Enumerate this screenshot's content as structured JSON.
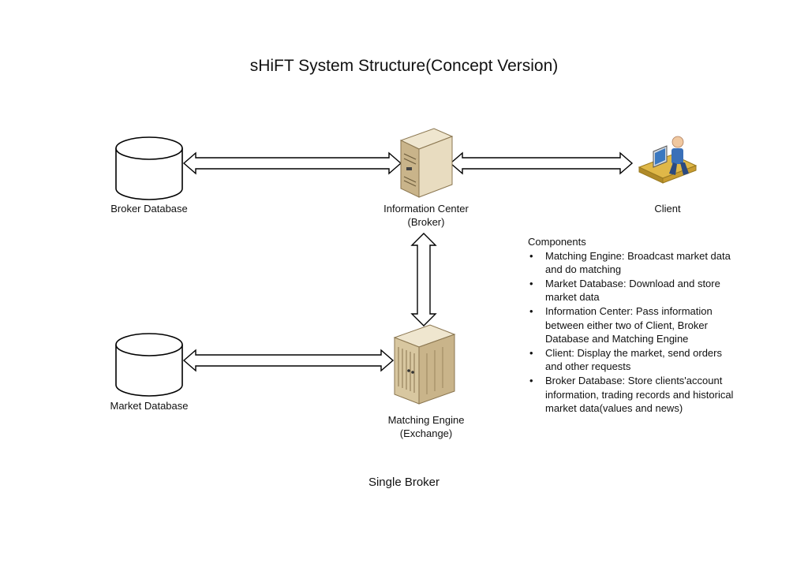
{
  "diagram": {
    "title": "sHiFT System Structure(Concept Version)",
    "subtitle": "Single Broker",
    "nodes": {
      "broker_db": {
        "label": "Broker Database",
        "icon": "database-icon"
      },
      "info_center": {
        "label_line1": "Information Center",
        "label_line2": "(Broker)",
        "icon": "server-tower-icon"
      },
      "client": {
        "label": "Client",
        "icon": "user-at-computer-icon"
      },
      "market_db": {
        "label": "Market Database",
        "icon": "database-icon"
      },
      "matching_engine": {
        "label_line1": "Matching Engine",
        "label_line2": "(Exchange)",
        "icon": "server-rack-icon"
      }
    },
    "connections": [
      {
        "from": "broker_db",
        "to": "info_center",
        "type": "bidirectional"
      },
      {
        "from": "info_center",
        "to": "client",
        "type": "bidirectional"
      },
      {
        "from": "info_center",
        "to": "matching_engine",
        "type": "bidirectional"
      },
      {
        "from": "market_db",
        "to": "matching_engine",
        "type": "bidirectional"
      }
    ]
  },
  "components": {
    "heading": "Components",
    "items": [
      "Matching Engine: Broadcast market data and do matching",
      "Market Database: Download and store market data",
      "Information Center: Pass information between either two of Client, Broker Database and Matching Engine",
      "Client: Display the market, send orders and other requests",
      "Broker Database: Store clients'account information, trading records and historical market data(values and news)"
    ]
  },
  "colors": {
    "server_body": "#e8dcc0",
    "server_side": "#c9b48a",
    "database_fill": "#ffffff",
    "line": "#000000",
    "client_desk": "#c9a040",
    "client_screen": "#3a78c0"
  }
}
